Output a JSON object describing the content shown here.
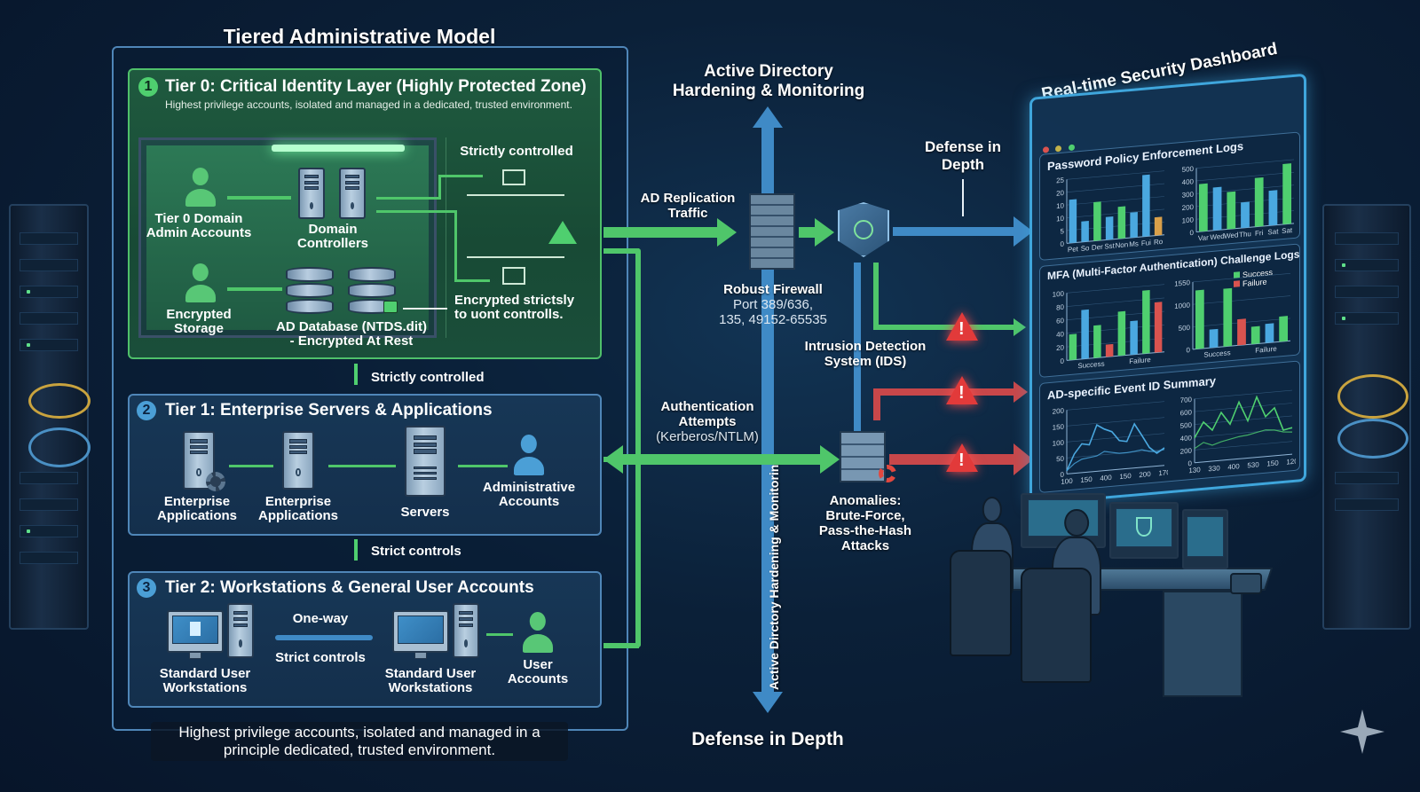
{
  "main_title": "Tiered Administrative Model",
  "tiers": [
    {
      "number": "1",
      "title": "Tier 0: Critical Identity Layer (Highly Protected Zone)",
      "subtitle": "Highest privilege accounts, isolated and managed in a dedicated, trusted environment.",
      "items": {
        "admin_accounts": "Tier 0 Domain Admin Accounts",
        "storage": "Encrypted Storage",
        "domain_controllers": "Domain Controllers",
        "ad_database_line1": "AD Database (NTDS.dit)",
        "ad_database_line2": "- Encrypted At Rest",
        "strictly_controlled": "Strictly controlled",
        "encrypted_note_line1": "Encrypted strictsly",
        "encrypted_note_line2": "to uont controlls."
      }
    },
    {
      "number": "2",
      "title": "Tier 1: Enterprise Servers & Applications",
      "items": {
        "app1": "Enterprise Applications",
        "app2": "Enterprise Applications",
        "servers": "Servers",
        "admin_accounts": "Administrative Accounts"
      }
    },
    {
      "number": "3",
      "title": "Tier 2: Workstations & General User Accounts",
      "items": {
        "workstation1": "Standard User Workstations",
        "one_way": "One-way",
        "strict_controls": "Strict controls",
        "workstation2": "Standard User Workstations",
        "user_accounts": "User Accounts"
      }
    }
  ],
  "between_tiers": {
    "t0_t1": "Strictly controlled",
    "t1_t2": "Strict controls"
  },
  "footer_note": "Highest privilege accounts, isolated and managed in a principle dedicated, trusted environment.",
  "flow": {
    "top_title_line1": "Active Directory",
    "top_title_line2": "Hardening & Monitoring",
    "ad_replication_line1": "AD Replication",
    "ad_replication_line2": "Traffic",
    "firewall_title": "Robust Firewall",
    "firewall_ports_line1": "Port 389/636,",
    "firewall_ports_line2": "135, 49152-65535",
    "defense_label_line1": "Defense in",
    "defense_label_line2": "Depth",
    "ids_line1": "Intrusion Detection",
    "ids_line2": "System (IDS)",
    "auth_line1": "Authentication",
    "auth_line2": "Attempts",
    "auth_line3": "(Kerberos/NTLM)",
    "anomalies_line1": "Anomalies:",
    "anomalies_line2": "Brute-Force,",
    "anomalies_line3": "Pass-the-Hash",
    "anomalies_line4": "Attacks",
    "vertical_label": "Active Dirctory Hardening & Monitoring",
    "bottom_title": "Defense in Depth"
  },
  "dashboard": {
    "title": "Real-time Security Dashboard",
    "colors": {
      "blue": "#4aa8e0",
      "green": "#4fcf6f",
      "red": "#d9534f",
      "orange": "#d9a04a"
    },
    "password_card": {
      "title": "Password Policy Enforcement Logs",
      "chart_left": {
        "type": "bar",
        "ytick_labels": [
          "25",
          "20",
          "10",
          "10",
          "5",
          "0"
        ],
        "categories": [
          "Pet",
          "So",
          "Der",
          "Sst",
          "Non",
          "Ms",
          "Fui",
          "Ro"
        ],
        "values": [
          19,
          9,
          17,
          10,
          14,
          11,
          27,
          8
        ],
        "colors": [
          "blue",
          "blue",
          "green",
          "blue",
          "green",
          "blue",
          "blue",
          "orange"
        ],
        "ylim": [
          0,
          28
        ]
      },
      "chart_right": {
        "type": "bar",
        "ytick_labels": [
          "500",
          "400",
          "300",
          "200",
          "100",
          "0"
        ],
        "categories": [
          "Var",
          "Wed",
          "Wed",
          "Thu",
          "Fri",
          "Sat",
          "Sat"
        ],
        "values": [
          410,
          370,
          320,
          220,
          420,
          300,
          520
        ],
        "colors": [
          "green",
          "blue",
          "green",
          "blue",
          "green",
          "blue",
          "green"
        ],
        "ylim": [
          0,
          550
        ]
      }
    },
    "mfa_card": {
      "title": "MFA (Multi-Factor Authentication) Challenge Logs",
      "legend": [
        {
          "label": "Success",
          "color": "green"
        },
        {
          "label": "Failure",
          "color": "red"
        }
      ],
      "chart_left": {
        "type": "bar",
        "ytick_labels": [
          "100",
          "80",
          "60",
          "40",
          "20",
          "0"
        ],
        "group_labels": [
          "Success",
          "Failure"
        ],
        "values": [
          42,
          80,
          53,
          20,
          72,
          55,
          103,
          82
        ],
        "colors": [
          "green",
          "blue",
          "green",
          "red",
          "green",
          "blue",
          "green",
          "red"
        ],
        "ylim": [
          0,
          110
        ]
      },
      "chart_right": {
        "type": "bar",
        "ytick_labels": [
          "1550",
          "1000",
          "500",
          "0"
        ],
        "group_labels": [
          "Success",
          "Failure"
        ],
        "values": [
          1350,
          420,
          1330,
          600,
          400,
          440,
          580
        ],
        "colors": [
          "green",
          "blue",
          "green",
          "red",
          "green",
          "blue",
          "green"
        ],
        "ylim": [
          0,
          1550
        ]
      }
    },
    "event_card": {
      "title": "AD-specific Event ID Summary",
      "chart_left": {
        "type": "line",
        "ytick_labels": [
          "200",
          "150",
          "100",
          "50",
          "0"
        ],
        "xtick_labels": [
          "100",
          "150",
          "400",
          "150",
          "200",
          "170"
        ],
        "series": [
          {
            "color": "blue",
            "values": [
              10,
              60,
              90,
              85,
              145,
              130,
              120,
              90,
              85,
              138,
              100,
              60,
              40,
              55
            ]
          },
          {
            "color": "blue",
            "values": [
              10,
              30,
              42,
              45,
              48,
              60,
              55,
              50,
              50,
              52,
              55,
              48,
              45,
              50
            ]
          }
        ],
        "ylim": [
          0,
          200
        ]
      },
      "chart_right": {
        "type": "line",
        "ytick_labels": [
          "700",
          "600",
          "500",
          "400",
          "200",
          "0"
        ],
        "xtick_labels": [
          "130",
          "330",
          "400",
          "530",
          "150",
          "120"
        ],
        "series": [
          {
            "color": "green",
            "values": [
              280,
              450,
              350,
              540,
              400,
              640,
              420,
              680,
              450,
              540,
              280,
              300
            ]
          },
          {
            "color": "green",
            "values": [
              160,
              220,
              180,
              210,
              230,
              250,
              260,
              280,
              300,
              290,
              260,
              250
            ]
          }
        ],
        "ylim": [
          0,
          720
        ]
      }
    }
  }
}
